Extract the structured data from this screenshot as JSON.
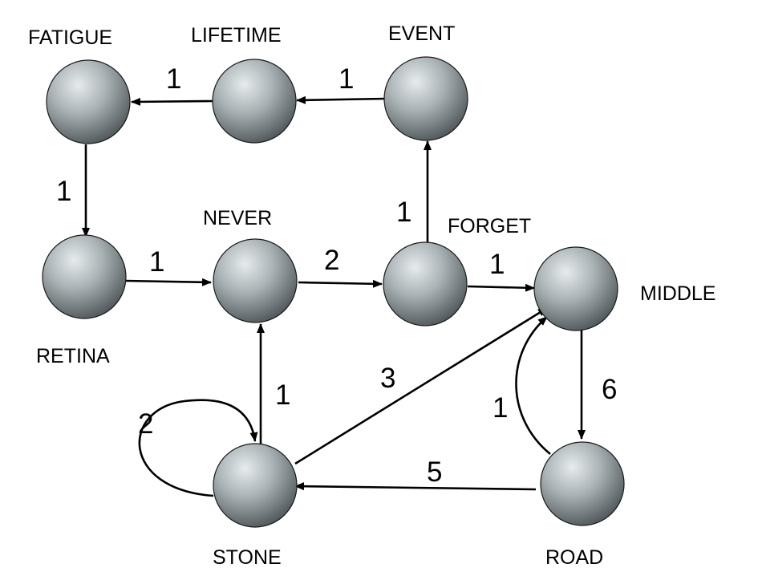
{
  "nodes": {
    "fatigue": "FATIGUE",
    "lifetime": "LIFETIME",
    "event": "EVENT",
    "retina": "RETINA",
    "never": "NEVER",
    "forget": "FORGET",
    "middle": "MIDDLE",
    "stone": "STONE",
    "road": "ROAD"
  },
  "edges": [
    {
      "from": "EVENT",
      "to": "LIFETIME",
      "weight": "1"
    },
    {
      "from": "LIFETIME",
      "to": "FATIGUE",
      "weight": "1"
    },
    {
      "from": "FATIGUE",
      "to": "RETINA",
      "weight": "1"
    },
    {
      "from": "RETINA",
      "to": "NEVER",
      "weight": "1"
    },
    {
      "from": "NEVER",
      "to": "FORGET",
      "weight": "2"
    },
    {
      "from": "FORGET",
      "to": "EVENT",
      "weight": "1"
    },
    {
      "from": "FORGET",
      "to": "MIDDLE",
      "weight": "1"
    },
    {
      "from": "STONE",
      "to": "NEVER",
      "weight": "1"
    },
    {
      "from": "STONE",
      "to": "STONE",
      "weight": "2"
    },
    {
      "from": "STONE",
      "to": "MIDDLE",
      "weight": "3"
    },
    {
      "from": "ROAD",
      "to": "STONE",
      "weight": "5"
    },
    {
      "from": "ROAD",
      "to": "MIDDLE",
      "weight": "1"
    },
    {
      "from": "MIDDLE",
      "to": "ROAD",
      "weight": "6"
    }
  ]
}
